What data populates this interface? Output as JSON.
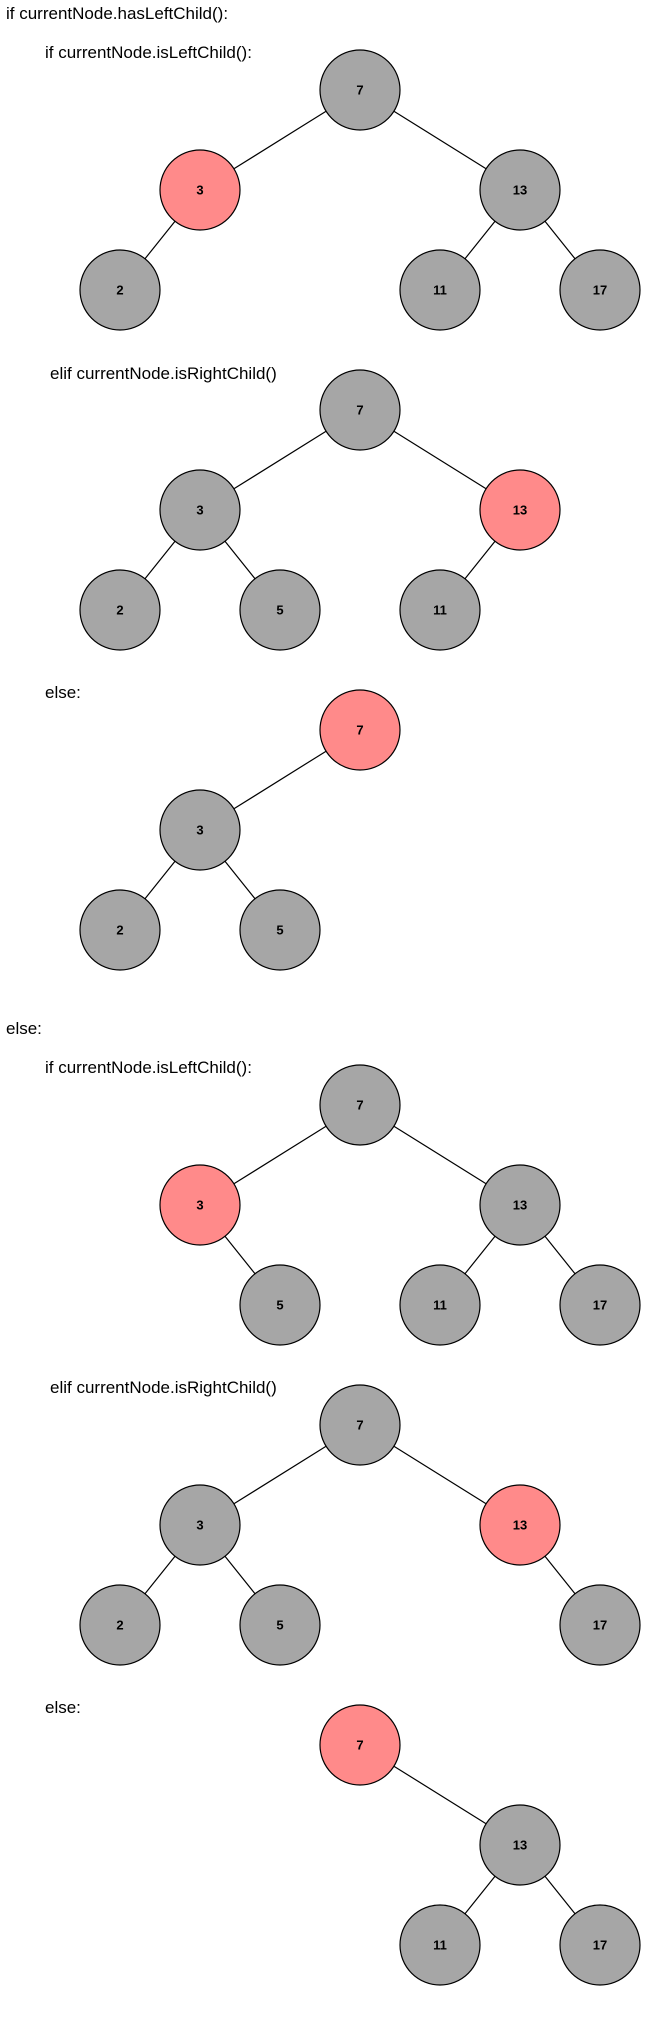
{
  "colors": {
    "node_default": "#a6a6a6",
    "node_highlight": "#ff8a8a",
    "edge": "#000000"
  },
  "sections": [
    {
      "label": "if currentNode.hasLeftChild():",
      "cases": [
        {
          "label": "if currentNode.isLeftChild():",
          "nodes": [
            {
              "id": "n7",
              "value": "7",
              "highlight": false
            },
            {
              "id": "n3",
              "value": "3",
              "highlight": true
            },
            {
              "id": "n13",
              "value": "13",
              "highlight": false
            },
            {
              "id": "n2",
              "value": "2",
              "highlight": false
            },
            {
              "id": "n11",
              "value": "11",
              "highlight": false
            },
            {
              "id": "n17",
              "value": "17",
              "highlight": false
            }
          ],
          "edges": [
            [
              "n7",
              "n3"
            ],
            [
              "n7",
              "n13"
            ],
            [
              "n3",
              "n2"
            ],
            [
              "n13",
              "n11"
            ],
            [
              "n13",
              "n17"
            ]
          ]
        },
        {
          "label": "elif currentNode.isRightChild()",
          "nodes": [
            {
              "id": "n7",
              "value": "7",
              "highlight": false
            },
            {
              "id": "n3",
              "value": "3",
              "highlight": false
            },
            {
              "id": "n13",
              "value": "13",
              "highlight": true
            },
            {
              "id": "n2",
              "value": "2",
              "highlight": false
            },
            {
              "id": "n5",
              "value": "5",
              "highlight": false
            },
            {
              "id": "n11",
              "value": "11",
              "highlight": false
            }
          ],
          "edges": [
            [
              "n7",
              "n3"
            ],
            [
              "n7",
              "n13"
            ],
            [
              "n3",
              "n2"
            ],
            [
              "n3",
              "n5"
            ],
            [
              "n13",
              "n11"
            ]
          ]
        },
        {
          "label": "else:",
          "nodes": [
            {
              "id": "n7",
              "value": "7",
              "highlight": true
            },
            {
              "id": "n3",
              "value": "3",
              "highlight": false
            },
            {
              "id": "n2",
              "value": "2",
              "highlight": false
            },
            {
              "id": "n5",
              "value": "5",
              "highlight": false
            }
          ],
          "edges": [
            [
              "n7",
              "n3"
            ],
            [
              "n3",
              "n2"
            ],
            [
              "n3",
              "n5"
            ]
          ]
        }
      ]
    },
    {
      "label": "else:",
      "cases": [
        {
          "label": "if currentNode.isLeftChild():",
          "nodes": [
            {
              "id": "n7",
              "value": "7",
              "highlight": false
            },
            {
              "id": "n3",
              "value": "3",
              "highlight": true
            },
            {
              "id": "n13",
              "value": "13",
              "highlight": false
            },
            {
              "id": "n5",
              "value": "5",
              "highlight": false
            },
            {
              "id": "n11",
              "value": "11",
              "highlight": false
            },
            {
              "id": "n17",
              "value": "17",
              "highlight": false
            }
          ],
          "edges": [
            [
              "n7",
              "n3"
            ],
            [
              "n7",
              "n13"
            ],
            [
              "n3",
              "n5"
            ],
            [
              "n13",
              "n11"
            ],
            [
              "n13",
              "n17"
            ]
          ]
        },
        {
          "label": "elif currentNode.isRightChild()",
          "nodes": [
            {
              "id": "n7",
              "value": "7",
              "highlight": false
            },
            {
              "id": "n3",
              "value": "3",
              "highlight": false
            },
            {
              "id": "n13",
              "value": "13",
              "highlight": true
            },
            {
              "id": "n2",
              "value": "2",
              "highlight": false
            },
            {
              "id": "n5",
              "value": "5",
              "highlight": false
            },
            {
              "id": "n17",
              "value": "17",
              "highlight": false
            }
          ],
          "edges": [
            [
              "n7",
              "n3"
            ],
            [
              "n7",
              "n13"
            ],
            [
              "n3",
              "n2"
            ],
            [
              "n3",
              "n5"
            ],
            [
              "n13",
              "n17"
            ]
          ]
        },
        {
          "label": "else:",
          "nodes": [
            {
              "id": "n7",
              "value": "7",
              "highlight": true
            },
            {
              "id": "n13",
              "value": "13",
              "highlight": false
            },
            {
              "id": "n11",
              "value": "11",
              "highlight": false
            },
            {
              "id": "n17",
              "value": "17",
              "highlight": false
            }
          ],
          "edges": [
            [
              "n7",
              "n13"
            ],
            [
              "n13",
              "n11"
            ],
            [
              "n13",
              "n17"
            ]
          ]
        }
      ]
    }
  ]
}
